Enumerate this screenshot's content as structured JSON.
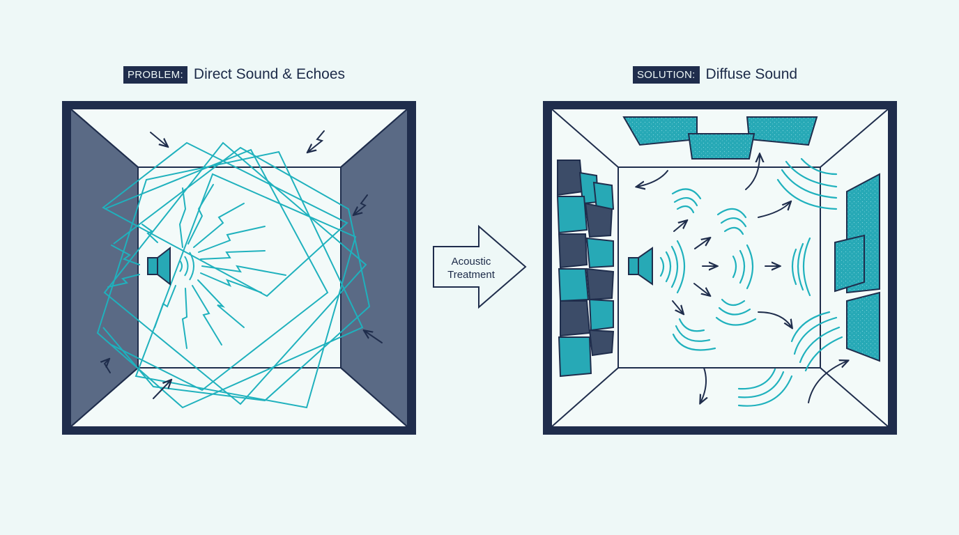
{
  "problem": {
    "tag": "PROBLEM:",
    "title": "Direct Sound & Echoes"
  },
  "solution": {
    "tag": "SOLUTION:",
    "title": "Diffuse Sound"
  },
  "transition": {
    "line1": "Acoustic",
    "line2": "Treatment"
  },
  "colors": {
    "background": "#eef8f7",
    "navy": "#1f2d4c",
    "wall": "#5a6a85",
    "floor": "#f3faf9",
    "teal": "#1fb1bd",
    "panel": "#27a9b6"
  },
  "icons": [
    "speaker-icon",
    "speaker-icon",
    "transition-arrow-icon"
  ]
}
